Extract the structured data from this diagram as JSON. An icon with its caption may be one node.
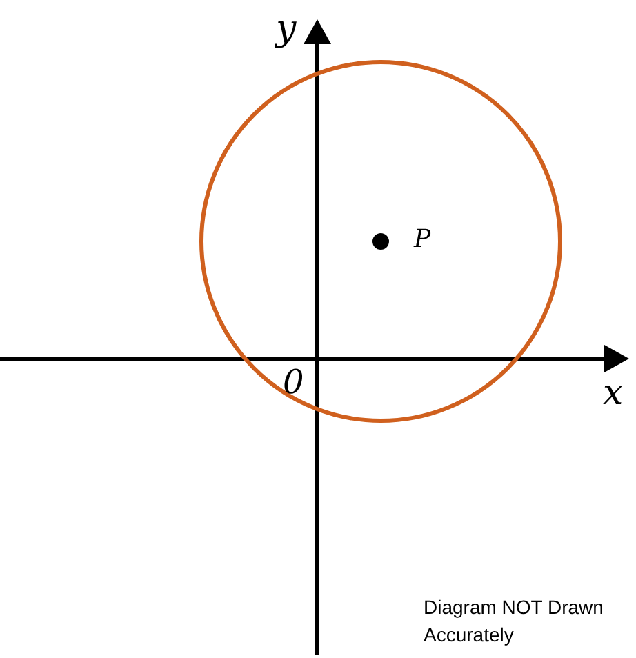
{
  "diagram": {
    "labels": [
      "y",
      "P",
      "0",
      "x",
      "Diagram NOT Drawn Accurately"
    ]
  }
}
